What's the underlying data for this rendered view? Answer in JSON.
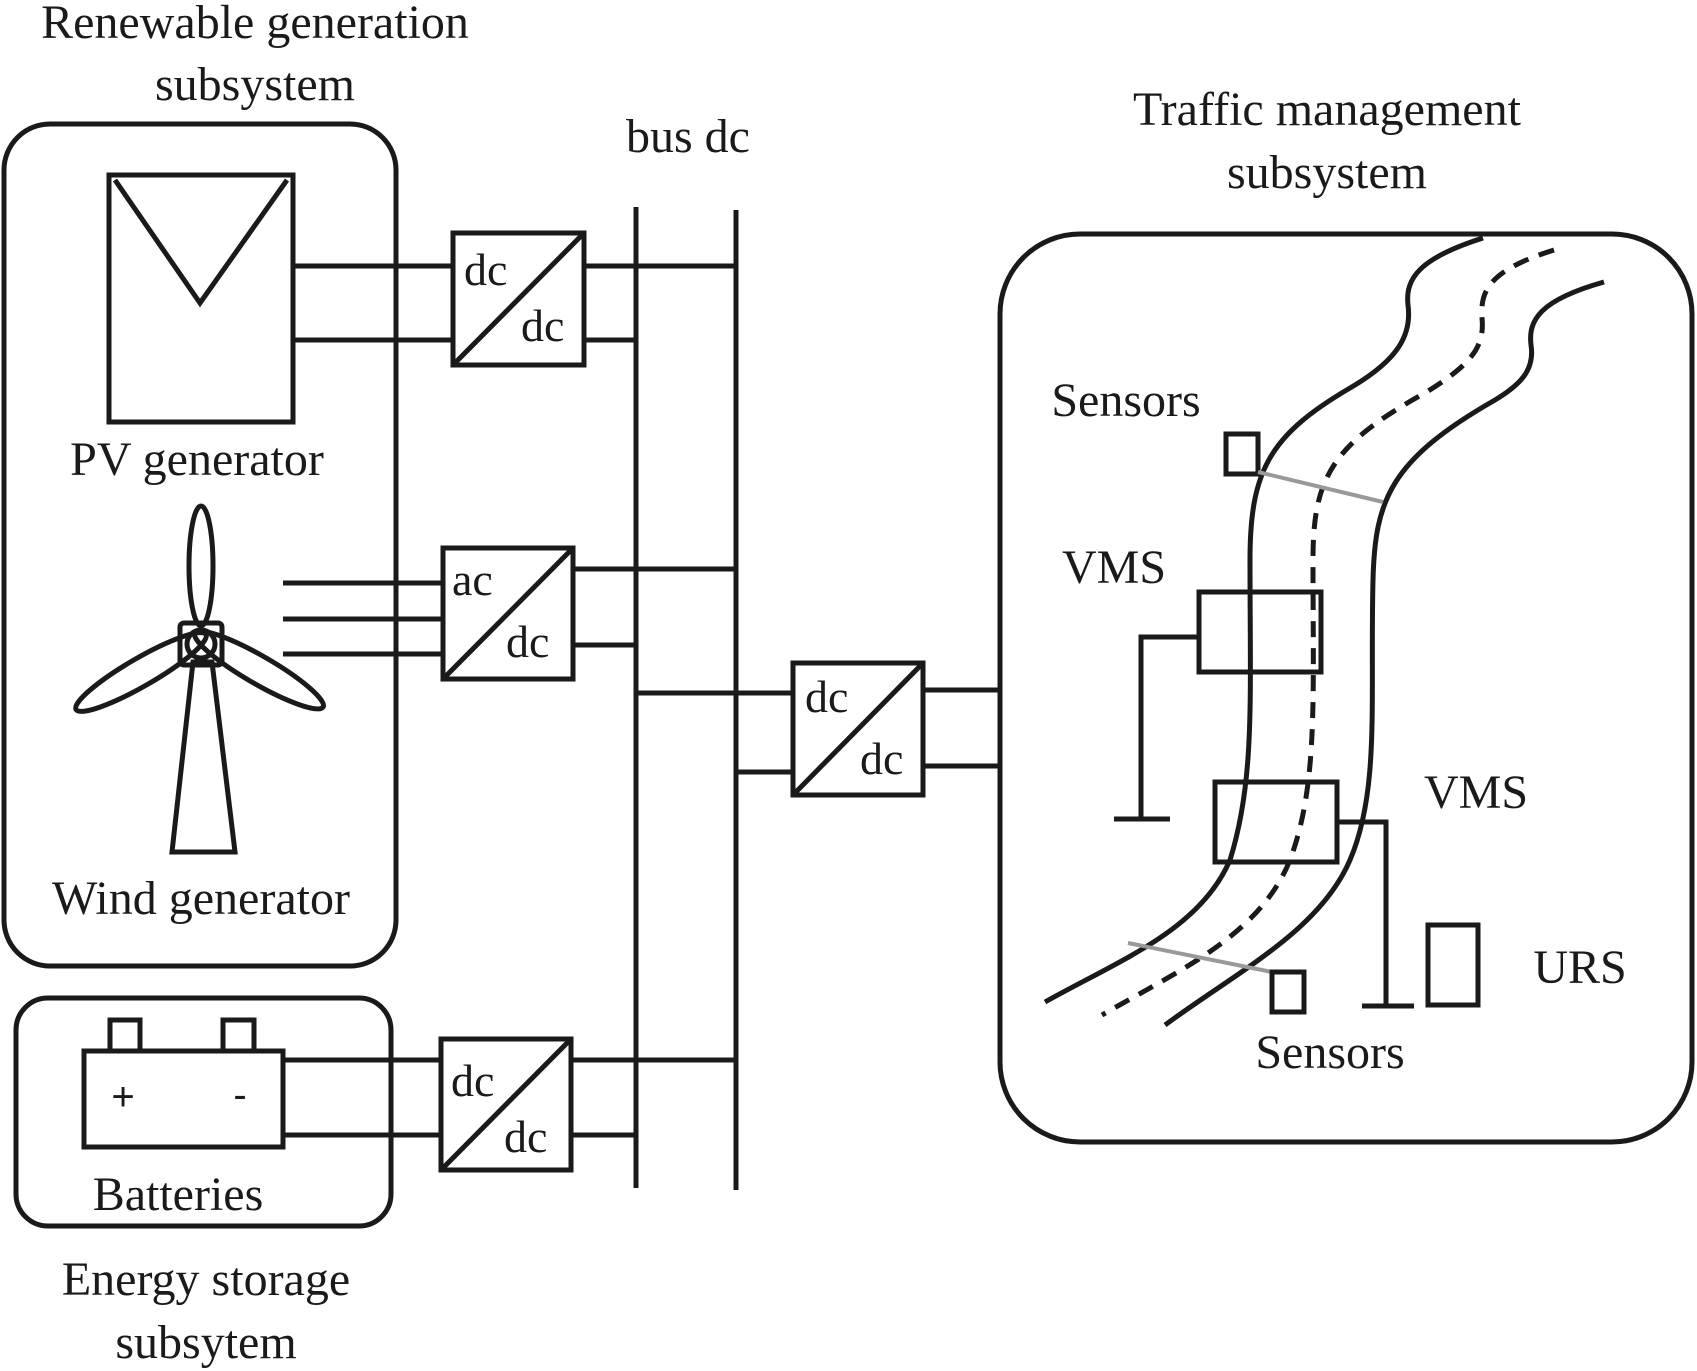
{
  "labels": {
    "renewable_title_line1": "Renewable generation",
    "renewable_title_line2": "subsystem",
    "bus_dc": "bus dc",
    "traffic_title_line1": "Traffic management",
    "traffic_title_line2": "subsystem",
    "pv_generator": "PV generator",
    "wind_generator": "Wind generator",
    "batteries": "Batteries",
    "storage_title_line1": "Energy storage",
    "storage_title_line2": "subsytem",
    "sensors_top": "Sensors",
    "sensors_bottom": "Sensors",
    "vms_upper": "VMS",
    "vms_lower": "VMS",
    "urs": "URS"
  },
  "converters": {
    "pv": {
      "input": "dc",
      "output": "dc"
    },
    "wind": {
      "input": "ac",
      "output": "dc"
    },
    "battery": {
      "input": "dc",
      "output": "dc"
    },
    "traffic": {
      "input": "dc",
      "output": "dc"
    }
  },
  "battery_terminals": {
    "positive": "+",
    "negative": "-"
  },
  "colors": {
    "line": "#1a1a1a",
    "sensor_beam": "#999999",
    "background": "#ffffff"
  }
}
